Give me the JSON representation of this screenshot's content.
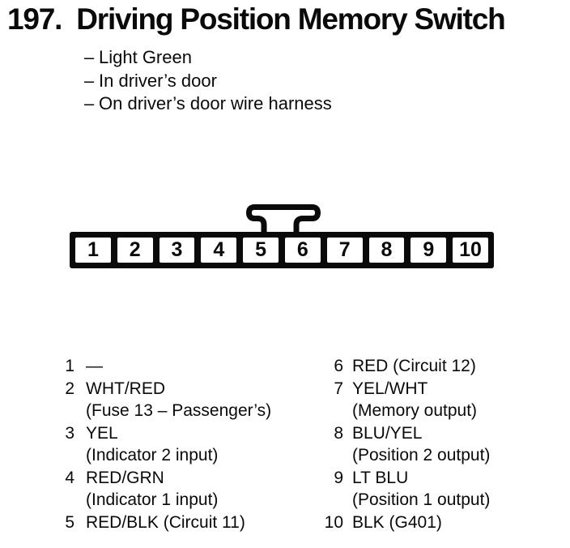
{
  "header": {
    "number": "197.",
    "title": "Driving Position Memory Switch"
  },
  "notes": {
    "bullet_char": "–",
    "items": [
      "Light Green",
      "In driver’s door",
      "On driver’s door wire harness"
    ]
  },
  "connector": {
    "pins": [
      "1",
      "2",
      "3",
      "4",
      "5",
      "6",
      "7",
      "8",
      "9",
      "10"
    ]
  },
  "legend": {
    "left": [
      {
        "pin": "1",
        "wire": "—",
        "function": ""
      },
      {
        "pin": "2",
        "wire": "WHT/RED",
        "function": "(Fuse 13 – Passenger’s)"
      },
      {
        "pin": "3",
        "wire": "YEL",
        "function": "(Indicator 2 input)"
      },
      {
        "pin": "4",
        "wire": "RED/GRN",
        "function": "(Indicator 1 input)"
      },
      {
        "pin": "5",
        "wire": "RED/BLK (Circuit 11)",
        "function": ""
      }
    ],
    "right": [
      {
        "pin": "6",
        "wire": "RED (Circuit 12)",
        "function": ""
      },
      {
        "pin": "7",
        "wire": "YEL/WHT",
        "function": "(Memory output)"
      },
      {
        "pin": "8",
        "wire": "BLU/YEL",
        "function": "(Position 2 output)"
      },
      {
        "pin": "9",
        "wire": "LT BLU",
        "function": "(Position 1 output)"
      },
      {
        "pin": "10",
        "wire": "BLK (G401)",
        "function": ""
      }
    ]
  },
  "colors": {
    "ink": "#0a0a0a",
    "paper": "#ffffff"
  }
}
